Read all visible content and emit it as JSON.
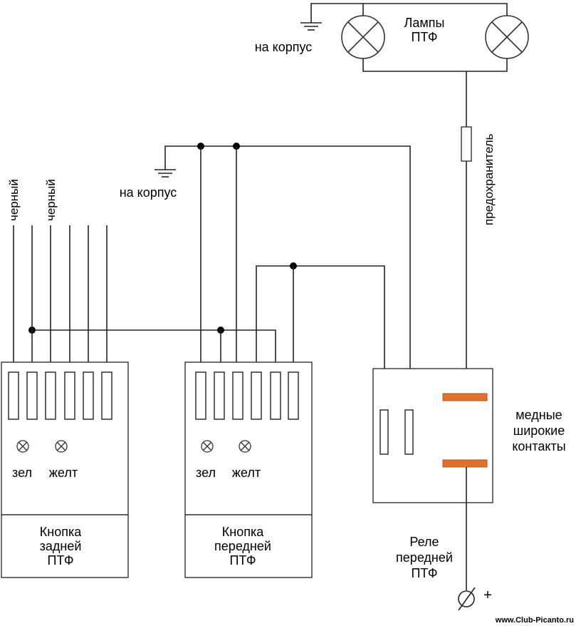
{
  "lamps": {
    "line1": "Лампы",
    "line2": "ПТФ"
  },
  "ground_labels": {
    "top": "на корпус",
    "middle": "на корпус"
  },
  "fuse_label": "предохранитель",
  "wire_labels": {
    "black_1": "черный",
    "black_2": "черный"
  },
  "rear_button": {
    "led_green": "зел",
    "led_yellow": "желт",
    "title_line1": "Кнопка",
    "title_line2": "задней",
    "title_line3": "ПТФ"
  },
  "front_button": {
    "led_green": "зел",
    "led_yellow": "желт",
    "title_line1": "Кнопка",
    "title_line2": "передней",
    "title_line3": "ПТФ"
  },
  "relay": {
    "title_line1": "Реле",
    "title_line2": "передней",
    "title_line3": "ПТФ"
  },
  "contacts_note": {
    "line1": "медные",
    "line2": "широкие",
    "line3": "контакты"
  },
  "power_symbol": "+",
  "watermark": "www.Club-Picanto.ru",
  "colors": {
    "wire": "#222222",
    "copper_contact": "#e0702a",
    "background": "#ffffff"
  }
}
